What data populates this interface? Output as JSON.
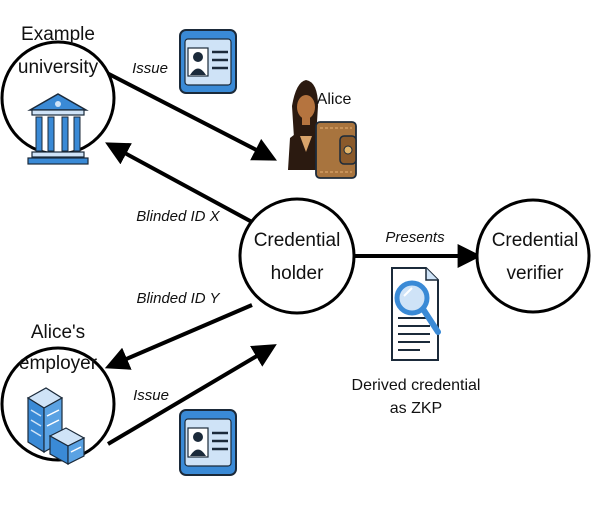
{
  "nodes": {
    "university": {
      "line1": "Example",
      "line2": "university"
    },
    "employer": {
      "line1": "Alice's",
      "line2": "employer"
    },
    "holder": {
      "line1": "Credential",
      "line2": "holder"
    },
    "verifier": {
      "line1": "Credential",
      "line2": "verifier"
    }
  },
  "edges": {
    "issue_top": "Issue",
    "blinded_x": "Blinded ID X",
    "blinded_y": "Blinded ID Y",
    "issue_bottom": "Issue",
    "presents": "Presents"
  },
  "person": {
    "name": "Alice"
  },
  "derived": {
    "line1": "Derived credential",
    "line2": "as ZKP"
  },
  "icons": {
    "university": "university-building-icon",
    "employer": "office-building-icon",
    "id_card": "id-card-icon",
    "person": "person-icon",
    "wallet": "wallet-icon",
    "document": "document-magnifier-icon"
  },
  "colors": {
    "icon_blue": "#3a8ad6",
    "icon_light_blue": "#cfe3f7",
    "icon_outline": "#1b2a3a",
    "wallet_brown": "#a8743e",
    "skin": "#b5743f"
  }
}
